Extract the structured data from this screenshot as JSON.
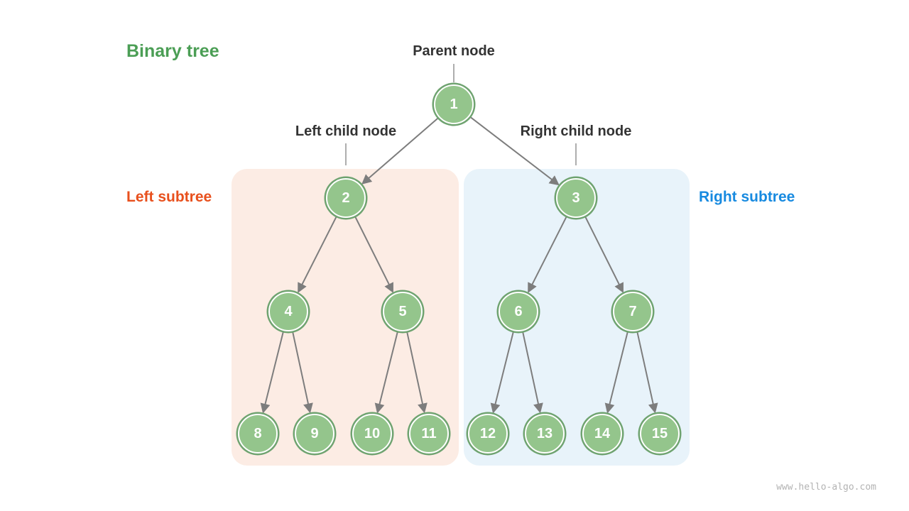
{
  "diagram": {
    "title": "Binary tree",
    "labels": {
      "parent_node": "Parent node",
      "left_child_node": "Left child node",
      "right_child_node": "Right child node",
      "left_subtree": "Left subtree",
      "right_subtree": "Right subtree"
    },
    "watermark": "www.hello-algo.com",
    "colors": {
      "title_green": "#4b9e55",
      "left_subtree_label": "#e8501d",
      "right_subtree_label": "#178ae0",
      "node_fill": "#94c58c",
      "node_ring": "#6fa370",
      "node_text": "#ffffff",
      "left_box_fill": "#fcece4",
      "right_box_fill": "#e8f3fa",
      "edge_gray": "#7d7d7d"
    },
    "tree": {
      "node_values": [
        "1",
        "2",
        "3",
        "4",
        "5",
        "6",
        "7",
        "8",
        "9",
        "10",
        "11",
        "12",
        "13",
        "14",
        "15"
      ],
      "edges": [
        [
          "1",
          "2"
        ],
        [
          "1",
          "3"
        ],
        [
          "2",
          "4"
        ],
        [
          "2",
          "5"
        ],
        [
          "3",
          "6"
        ],
        [
          "3",
          "7"
        ],
        [
          "4",
          "8"
        ],
        [
          "4",
          "9"
        ],
        [
          "5",
          "10"
        ],
        [
          "5",
          "11"
        ],
        [
          "6",
          "12"
        ],
        [
          "6",
          "13"
        ],
        [
          "7",
          "14"
        ],
        [
          "7",
          "15"
        ]
      ]
    }
  }
}
